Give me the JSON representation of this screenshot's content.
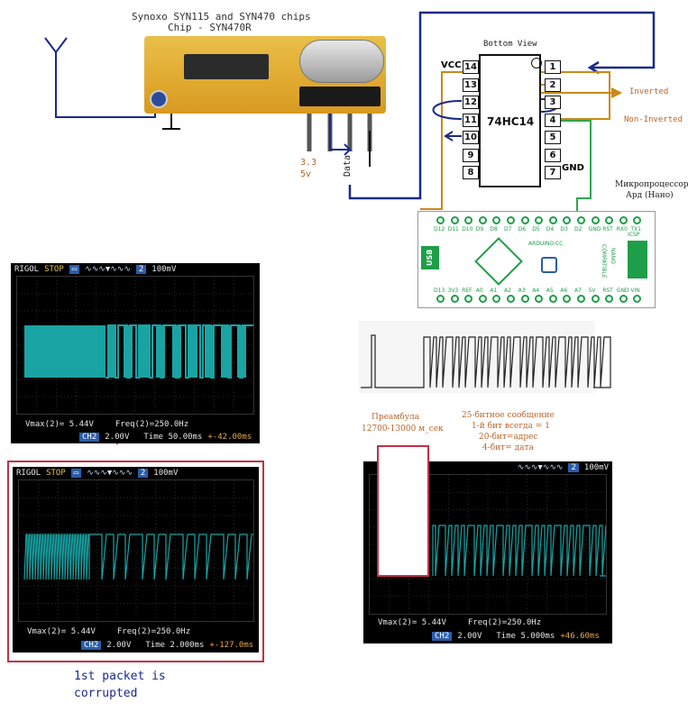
{
  "title": {
    "line1": "Synoxo SYN115 and SYN470 chips",
    "line2": "Chip - SYN470R"
  },
  "receiver": {
    "voltage_line1": "3.3",
    "voltage_line2": "5v",
    "data_label": "Data"
  },
  "ic": {
    "view_label": "Bottom View",
    "name": "74HC14",
    "vcc_label": "VCC",
    "gnd_label": "GND",
    "left_pins": [
      "14",
      "13",
      "12",
      "11",
      "10",
      "9",
      "8"
    ],
    "right_pins": [
      "1",
      "2",
      "3",
      "4",
      "5",
      "6",
      "7"
    ],
    "inverted_label": "Inverted",
    "non_inverted_label": "Non-Inverted"
  },
  "mcu": {
    "label_line1": "Микропроцессор",
    "label_line2": "Ард (Нано)",
    "top_pins": [
      "D12",
      "D11",
      "D10",
      "D9",
      "D8",
      "D7",
      "D6",
      "D5",
      "D4",
      "D3",
      "D2",
      "GND",
      "RST",
      "RX0",
      "TX1"
    ],
    "bottom_pins": [
      "D13",
      "3V3",
      "REF",
      "A0",
      "A1",
      "A2",
      "A3",
      "A4",
      "A5",
      "A6",
      "A7",
      "5V",
      "RST",
      "GND",
      "VIN"
    ],
    "usb_label": "USB",
    "board_text": "ARDUINO.CC",
    "icsp_label": "ICSP",
    "nano_label": "NANO",
    "compat_label": "COMPATIBLE"
  },
  "annotations": {
    "preamble_line1": "Преамбула",
    "preamble_line2": "12700-13000  м_сек",
    "msg_line1": "25-битное сообщение",
    "msg_line2": "1-й бит всегда = 1",
    "msg_line3": "20-бит=адрес",
    "msg_line4": "4-бит= дата",
    "corrupted_line1": "1st packet is",
    "corrupted_line2": "corrupted"
  },
  "scope1": {
    "brand": "RIGOL",
    "state": "STOP",
    "ch": "2",
    "volt_div": "100mV",
    "vmax": "Vmax(2)= 5.44V",
    "freq": "Freq(2)=250.0Hz",
    "ch_label": "CH2",
    "ch_scale": "2.00V",
    "time": "Time 50.00ms",
    "offset": "+-42.00ms"
  },
  "scope2": {
    "brand": "RIGOL",
    "state": "STOP",
    "ch": "2",
    "volt_div": "100mV",
    "vmax": "Vmax(2)= 5.44V",
    "freq": "Freq(2)=250.0Hz",
    "ch_label": "CH2",
    "ch_scale": "2.00V",
    "time": "Time 2.000ms",
    "offset": "+-127.0ms"
  },
  "scope3": {
    "ch": "2",
    "volt_div": "100mV",
    "vmax": "Vmax(2)= 5.44V",
    "freq": "Freq(2)=250.0Hz",
    "ch_label": "CH2",
    "ch_scale": "2.00V",
    "time": "Time 5.000ms",
    "offset": "+46.60ms"
  },
  "colors": {
    "wire_blue": "#1a2a8a",
    "wire_orange": "#c98a1a",
    "wire_green": "#2ea84a",
    "scope_trace": "#1aa3a3",
    "highlight_red": "#c0304a",
    "nano_green": "#1e9e48",
    "annotation_orange": "#b8652a"
  }
}
